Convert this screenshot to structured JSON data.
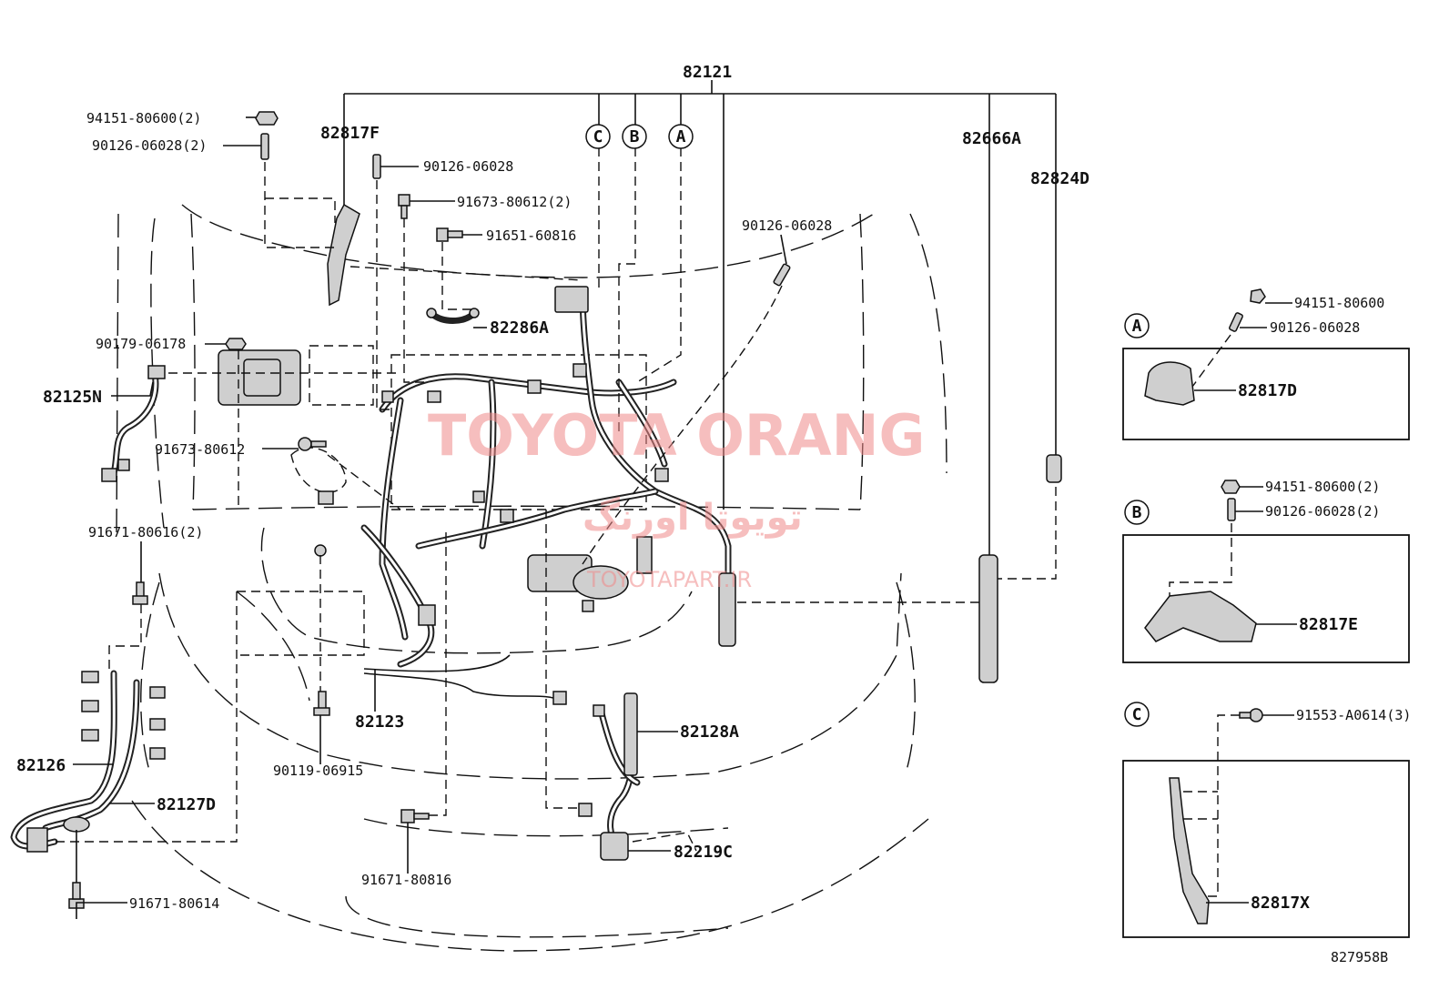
{
  "diagram": {
    "code": "827958B",
    "callouts": {
      "main": "82121",
      "c_82817F": "82817F",
      "c_82666A": "82666A",
      "c_82824D": "82824D",
      "c_94151_2": "94151-80600(2)",
      "c_90126_2": "90126-06028(2)",
      "c_90126_a": "90126-06028",
      "c_91673_2": "91673-80612(2)",
      "c_91651": "91651-60816",
      "c_90126_b": "90126-06028",
      "c_82286A": "82286A",
      "c_90179": "90179-06178",
      "c_82125N": "82125N",
      "c_91673": "91673-80612",
      "c_91671_2": "91671-80616(2)",
      "c_82126": "82126",
      "c_82127D": "82127D",
      "c_91671_14": "91671-80614",
      "c_82123": "82123",
      "c_90119": "90119-06915",
      "c_91671_816": "91671-80816",
      "c_82128A": "82128A",
      "c_82219C": "82219C"
    },
    "markers": [
      "C",
      "B",
      "A"
    ],
    "inset_a": {
      "marker": "A",
      "nut": "94151-80600",
      "stud": "90126-06028",
      "part": "82817D"
    },
    "inset_b": {
      "marker": "B",
      "nut": "94151-80600(2)",
      "stud": "90126-06028(2)",
      "part": "82817E"
    },
    "inset_c": {
      "marker": "C",
      "bolt": "91553-A0614(3)",
      "part": "82817X"
    },
    "watermark": {
      "line1": "TOYOTA ORANG",
      "line2": "تویوتا اورنگ",
      "line3": "TOYOTAPART.IR"
    },
    "colors": {
      "ink": "#111111",
      "watermark": "#f08a8a"
    }
  }
}
